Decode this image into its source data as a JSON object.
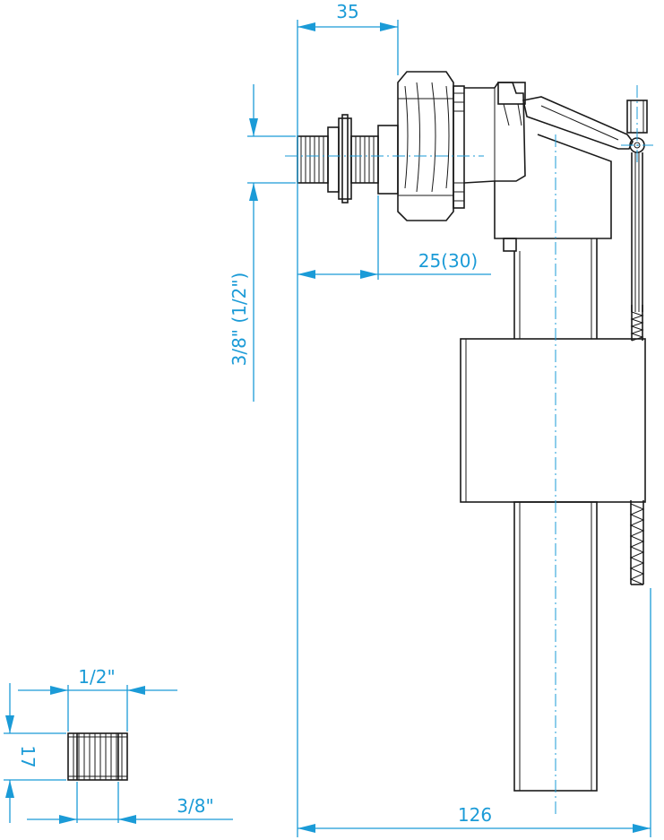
{
  "dimensions": {
    "inlet_offset": "35",
    "thread_length": "25(30)",
    "inlet_thread_size": "3/8\" (1/2\")",
    "total_width": "126",
    "adapter_outer_thread": "1/2\"",
    "adapter_length": "17",
    "adapter_inner_thread": "3/8\""
  },
  "colors": {
    "dimension_lines": "#1b9bd7",
    "outline": "#1a1a1a"
  }
}
